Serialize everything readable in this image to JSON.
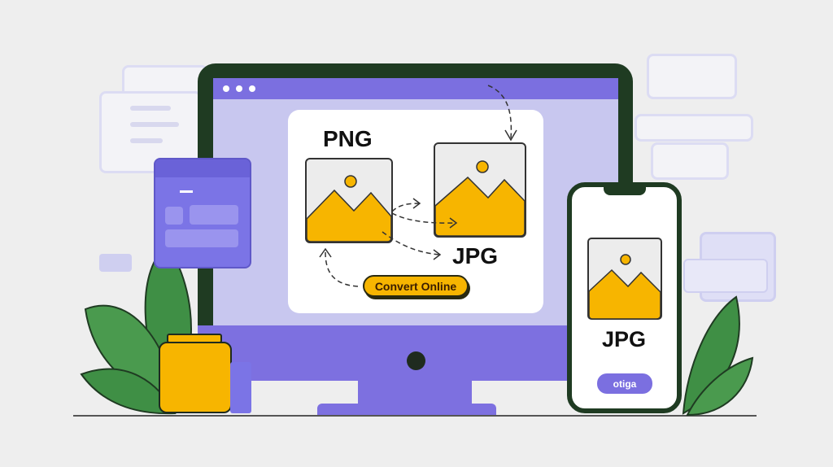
{
  "monitor": {
    "source_label": "PNG",
    "target_label": "JPG",
    "convert_button": "Convert Online"
  },
  "phone": {
    "label": "JPG",
    "button": "otiga"
  },
  "colors": {
    "accent_purple": "#7b6fe0",
    "image_yellow": "#f7b500",
    "frame_dark_green": "#1f3b22",
    "leaf_green": "#3f8f45"
  }
}
